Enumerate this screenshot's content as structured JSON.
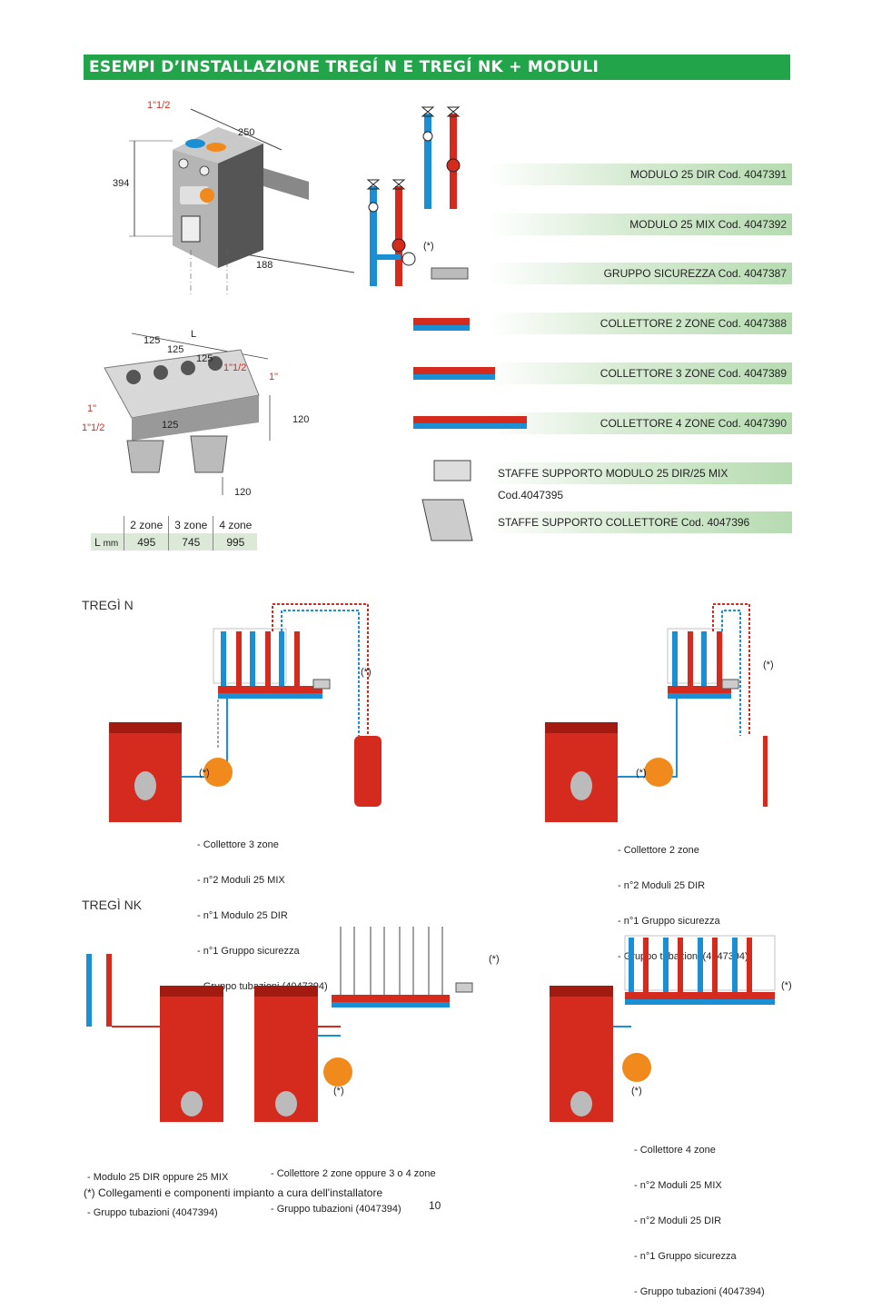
{
  "title": "ESEMPI D’INSTALLAZIONE TREGÍ N E TREGÍ NK + MODULI",
  "products": [
    {
      "label": "MODULO 25 DIR Cod. 4047391"
    },
    {
      "label": "MODULO 25 MIX Cod. 4047392"
    },
    {
      "label": "GRUPPO SICUREZZA Cod. 4047387"
    },
    {
      "label": "COLLETTORE 2 ZONE  Cod. 4047388"
    },
    {
      "label": "COLLETTORE 3 ZONE  Cod. 4047389"
    },
    {
      "label": "COLLETTORE 4 ZONE  Cod. 4047390"
    },
    {
      "label": "STAFFE SUPPORTO MODULO 25 DIR/25 MIX Cod.4047395"
    },
    {
      "label": "STAFFE SUPPORTO COLLETTORE  Cod. 4047396"
    }
  ],
  "dims": {
    "module_width": "250",
    "module_height": "394",
    "module_depth": "188",
    "module_conn": "1\"1/2",
    "coll_spacing": [
      "125",
      "125",
      "125"
    ],
    "coll_L": "L",
    "coll_conn_a": "1\"1/2",
    "coll_conn_b": "1\"",
    "coll_left_a": "1\"",
    "coll_left_b": "1\"1/2",
    "coll_bottom": "125",
    "coll_height": "120",
    "bracket_height": "120"
  },
  "ltable": {
    "headers": [
      "2 zone",
      "3 zone",
      "4 zone"
    ],
    "row_label": "L",
    "row_unit": "mm",
    "values": [
      "495",
      "745",
      "995"
    ]
  },
  "asterisk": "(*)",
  "sections": {
    "tregi_n": "TREGÌ N",
    "tregi_nk": "TREGÌ NK"
  },
  "descriptions": {
    "n_left": [
      "- Collettore 3 zone",
      "- n°2 Moduli 25 MIX",
      "- n°1 Modulo 25 DIR",
      "- n°1 Gruppo sicurezza",
      "- Gruppo tubazioni (4047394)"
    ],
    "n_right": [
      "- Collettore 2 zone",
      "- n°2 Moduli 25 DIR",
      "- n°1 Gruppo sicurezza",
      "- Gruppo tubazioni (4047394)"
    ],
    "nk_a": [
      "- Modulo 25 DIR oppure 25 MIX",
      "- Gruppo tubazioni (4047394)"
    ],
    "nk_b": [
      "- Collettore 2 zone oppure 3 o 4 zone",
      "- Gruppo tubazioni (4047394)"
    ],
    "nk_c": [
      "- Collettore 4 zone",
      "- n°2 Moduli 25 MIX",
      "- n°2 Moduli 25 DIR",
      "- n°1 Gruppo sicurezza",
      "- Gruppo tubazioni (4047394)"
    ]
  },
  "footnote": "(*) Collegamenti e componenti impianto a cura dell'installatore",
  "page_number": "10",
  "colors": {
    "green": "#22a44a",
    "red": "#d52b1e",
    "blue": "#1a8fd4",
    "orange": "#f08a1c"
  }
}
